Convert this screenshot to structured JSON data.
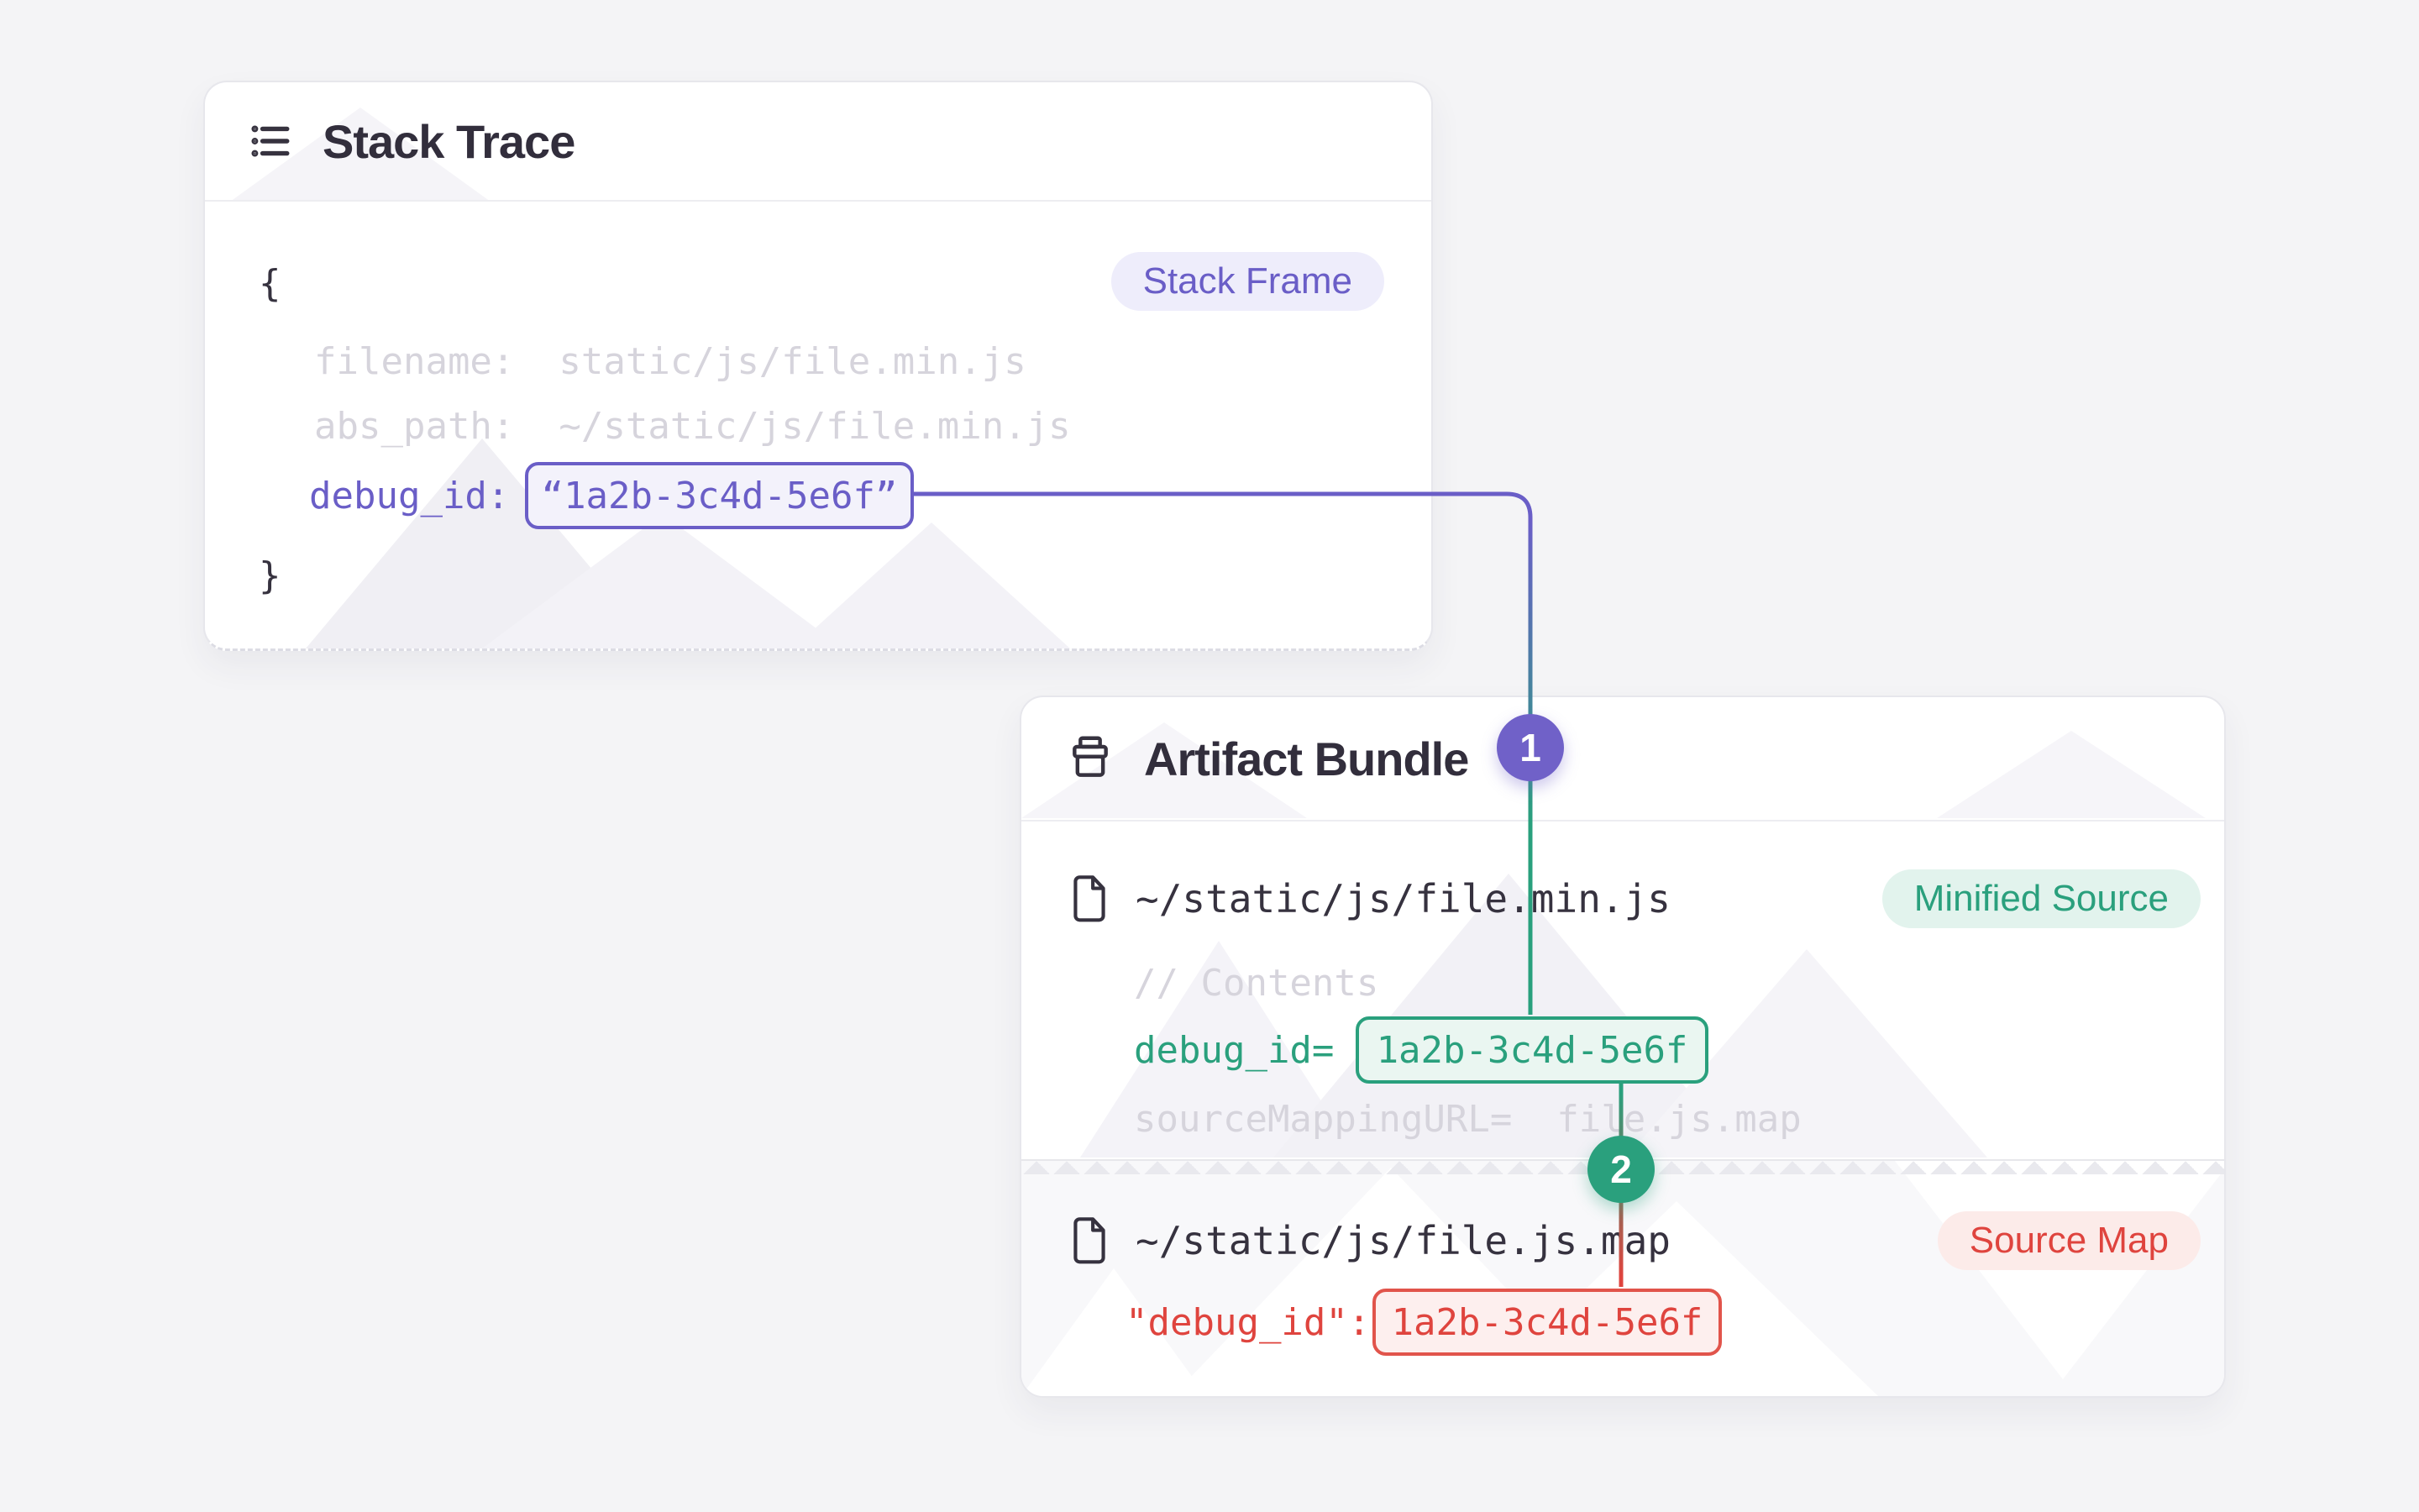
{
  "colors": {
    "page_bg": "#f4f4f6",
    "purple": "#6a5ec7",
    "green": "#2aa07d",
    "red": "#df443e",
    "faded_text": "#d6d4dc",
    "dark_text": "#36323f"
  },
  "stack": {
    "title": "Stack Trace",
    "badge": "Stack Frame",
    "brace_open": "{",
    "brace_close": "}",
    "line_filename": "filename:  static/js/file.min.js",
    "line_abs_path": "abs_path:  ~/static/js/file.min.js",
    "debug_label": "debug_id:",
    "debug_value": "“1a2b-3c4d-5e6f”"
  },
  "bundle": {
    "title": "Artifact Bundle",
    "minified": {
      "name": "~/static/js/file.min.js",
      "badge": "Minified Source",
      "comment": "// Contents",
      "debug_label": "debug_id=",
      "debug_value": "1a2b-3c4d-5e6f",
      "sourcemap_line": "sourceMappingURL=  file.js.map"
    },
    "sourcemap": {
      "name": "~/static/js/file.js.map",
      "badge": "Source Map",
      "debug_label": "\"debug_id\":",
      "debug_value": "1a2b-3c4d-5e6f"
    }
  },
  "steps": {
    "one": "1",
    "two": "2"
  }
}
